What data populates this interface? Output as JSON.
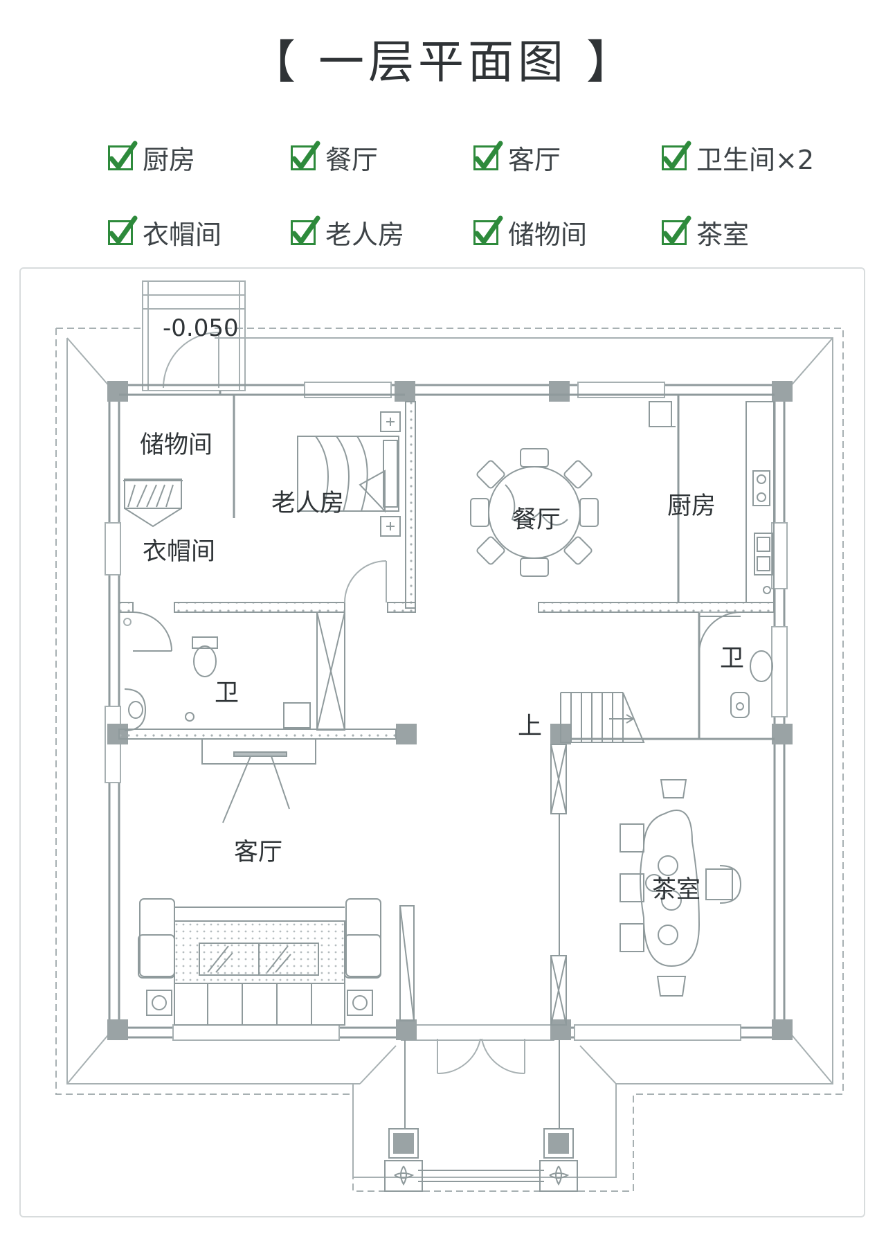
{
  "title": "【 一层平面图 】",
  "legend": {
    "items": [
      {
        "label": "厨房",
        "checked": true
      },
      {
        "label": "餐厅",
        "checked": true
      },
      {
        "label": "客厅",
        "checked": true
      },
      {
        "label": "卫生间×2",
        "checked": true
      },
      {
        "label": "衣帽间",
        "checked": true
      },
      {
        "label": "老人房",
        "checked": true
      },
      {
        "label": "储物间",
        "checked": true
      },
      {
        "label": "茶室",
        "checked": true
      }
    ]
  },
  "plan": {
    "elevation": "-0.050",
    "stair_label": "上",
    "rooms": {
      "storage": "储物间",
      "elderly_room": "老人房",
      "dining": "餐厅",
      "kitchen": "厨房",
      "closet": "衣帽间",
      "bath_left": "卫",
      "bath_right": "卫",
      "living": "客厅",
      "tea_room": "茶室"
    }
  },
  "colors": {
    "wall": "#8f9a9c",
    "column": "#9aa3a5",
    "line": "#a7b0b2",
    "check": "#2d8a3b"
  }
}
